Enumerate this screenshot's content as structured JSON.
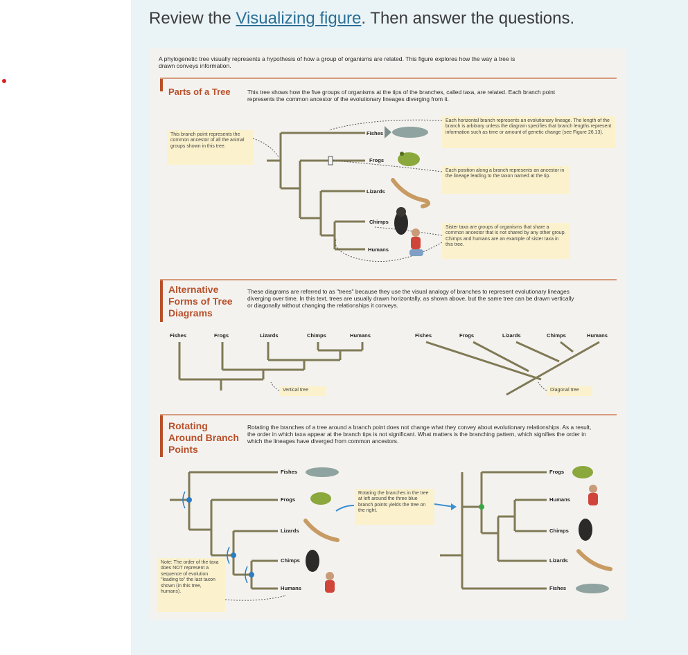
{
  "prompt": {
    "before": "Review the ",
    "link": "Visualizing figure",
    "after": ". Then answer the questions."
  },
  "figure": {
    "intro": "A phylogenetic tree visually represents a hypothesis of how a group of organisms are related. This figure explores how the way a tree is drawn conveys information.",
    "sections": {
      "parts": {
        "title": "Parts of a Tree",
        "text": "This tree shows how the five groups of organisms at the tips of the branches, called taxa, are related. Each branch point represents the common ancestor of the evolutionary lineages diverging from it.",
        "note_branch_point": "This branch point represents the common ancestor of all the animal groups shown in this tree.",
        "note_horizontal": "Each horizontal branch represents an evolutionary lineage. The length of the branch is arbitrary unless the diagram specifies that branch lengths represent information such as time or amount of genetic change (see Figure 26.13).",
        "note_position": "Each position along a branch represents an ancestor in the lineage leading to the taxon named at the tip.",
        "note_sister": "Sister taxa are groups of organisms that share a common ancestor that is not shared by any other group. Chimps and humans are an example of sister taxa in this tree."
      },
      "alternative": {
        "title": "Alternative Forms of Tree Diagrams",
        "text": "These diagrams are referred to as \"trees\" because they use the visual analogy of branches to represent evolutionary lineages diverging over time. In this text, trees are usually drawn horizontally, as shown above, but the same tree can be drawn vertically or diagonally without changing the relationships it conveys.",
        "label_vertical": "Vertical tree",
        "label_diagonal": "Diagonal tree"
      },
      "rotating": {
        "title": "Rotating Around Branch Points",
        "text": "Rotating the branches of a tree around a branch point does not change what they convey about evolutionary relationships. As a result, the order in which taxa appear at the branch tips is not significant. What matters is the branching pattern, which signifies the order in which the lineages have diverged from common ancestors.",
        "note_rotate": "Rotating the branches in the tree at left around the three blue branch points yields the tree on the right.",
        "note_order": "Note: The order of the taxa does NOT represent a sequence of evolution \"leading to\" the last taxon shown (in this tree, humans)."
      }
    },
    "taxa": [
      "Fishes",
      "Frogs",
      "Lizards",
      "Chimps",
      "Humans"
    ],
    "taxa_rotated": [
      "Frogs",
      "Humans",
      "Chimps",
      "Lizards",
      "Fishes"
    ],
    "colors": {
      "branch": "#7f7a55",
      "title": "#b8502a",
      "note_bg": "#fbf2cd",
      "node_blue": "#2a7dc4",
      "node_green": "#3aa544"
    }
  }
}
